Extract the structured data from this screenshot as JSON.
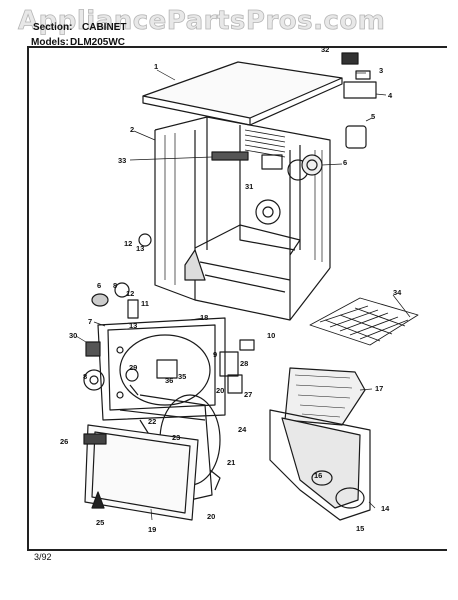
{
  "watermark": "AppliancePartsPros.com",
  "header": {
    "section_label": "Section:",
    "section_value": "CABINET",
    "models_label": "Models:",
    "models_value": "DLM205WC"
  },
  "footer": {
    "date": "3/92"
  },
  "callouts": [
    "1",
    "2",
    "3",
    "4",
    "5",
    "6",
    "7",
    "8",
    "9",
    "10",
    "11",
    "12",
    "13",
    "14",
    "15",
    "16",
    "17",
    "18",
    "19",
    "20",
    "21",
    "22",
    "23",
    "24",
    "25",
    "26",
    "27",
    "28",
    "29",
    "30",
    "31",
    "32",
    "33",
    "34",
    "35",
    "36"
  ]
}
